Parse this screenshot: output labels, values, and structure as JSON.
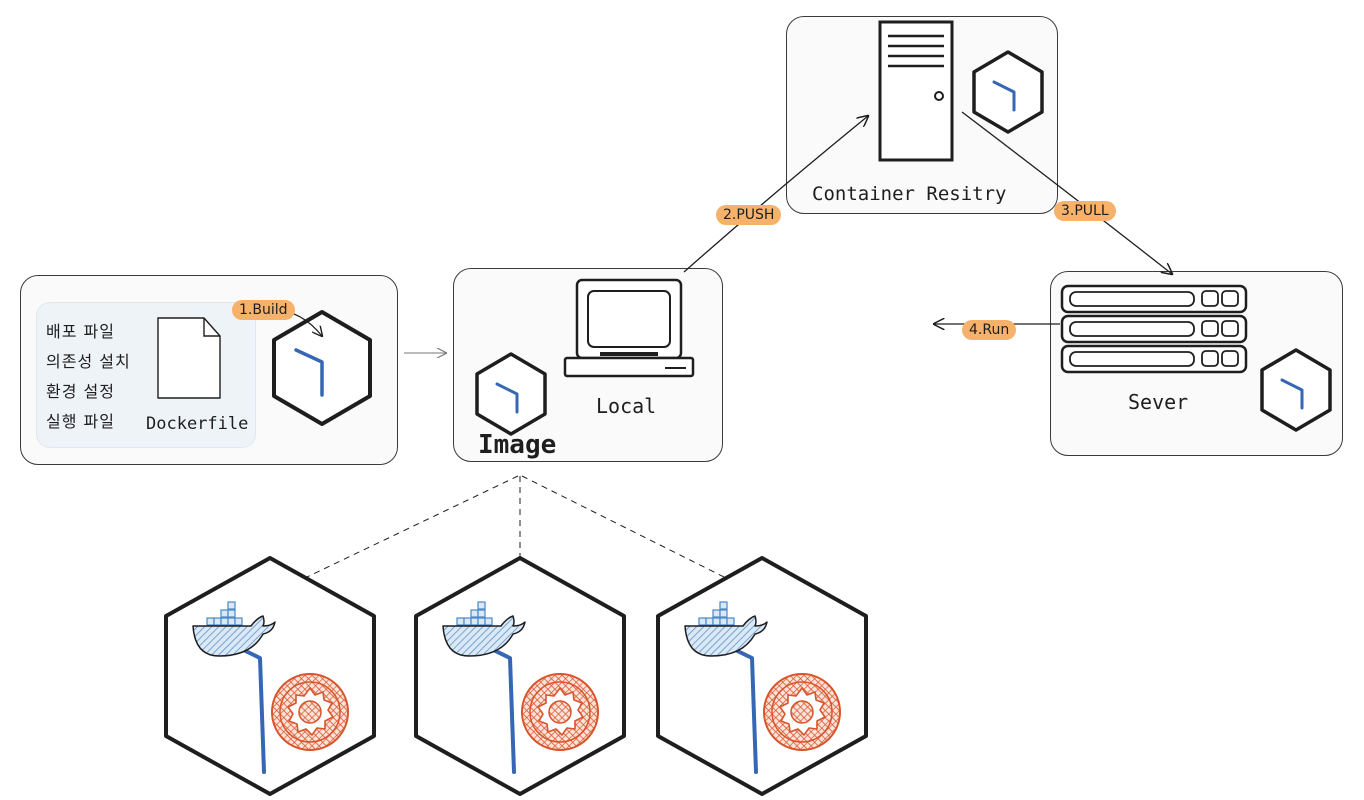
{
  "build_box": {
    "note_lines": [
      "배포 파일",
      "의존성 설치",
      "환경 설정",
      "실행 파일"
    ],
    "file_label": "Dockerfile"
  },
  "local_box": {
    "title": "Local",
    "image_label": "Image"
  },
  "registry_box": {
    "title": "Container Resitry"
  },
  "server_box": {
    "title": "Sever"
  },
  "steps": {
    "build": "1.Build",
    "push": "2.PUSH",
    "pull": "3.PULL",
    "run": "4.Run"
  },
  "colors": {
    "stroke": "#1e1e1e",
    "step_tag": "#f6b26b",
    "container_blue": "#3567b4",
    "docker_hatch": "#4a88c7",
    "gear_red": "#d9542b"
  },
  "icons": [
    "document-icon",
    "container-image-icon",
    "computer-icon",
    "tower-server-icon",
    "rack-server-icon",
    "docker-whale-icon",
    "gear-icon"
  ]
}
